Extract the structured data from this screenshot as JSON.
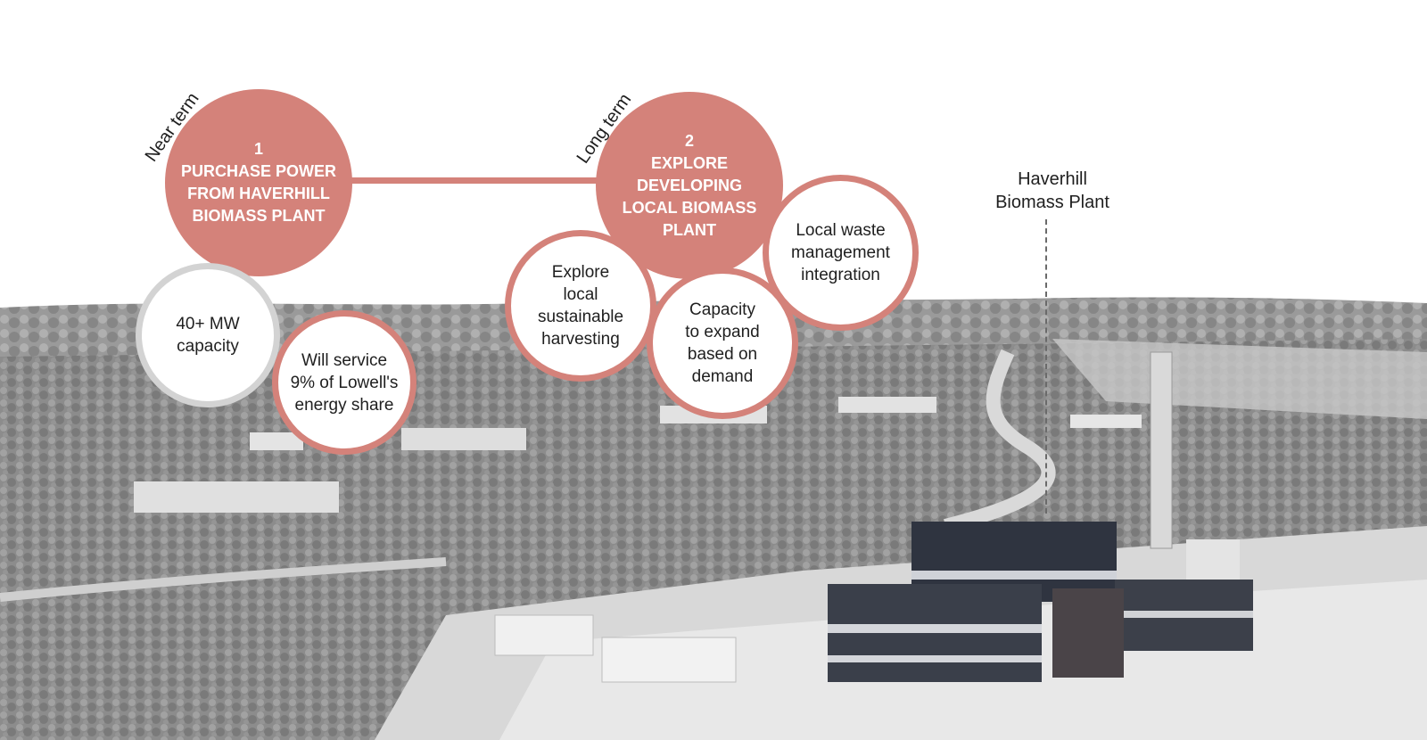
{
  "phases": [
    {
      "term": "Near term",
      "number": "1",
      "title_lines": [
        "PURCHASE POWER",
        "FROM HAVERHILL",
        "BIOMASS PLANT"
      ],
      "details": [
        {
          "lines": [
            "40+ MW",
            "capacity"
          ]
        },
        {
          "lines": [
            "Will service",
            "9% of Lowell's",
            "energy share"
          ]
        }
      ]
    },
    {
      "term": "Long term",
      "number": "2",
      "title_lines": [
        "EXPLORE",
        "DEVELOPING",
        "LOCAL BIOMASS",
        "PLANT"
      ],
      "details": [
        {
          "lines": [
            "Explore",
            "local",
            "sustainable",
            "harvesting"
          ]
        },
        {
          "lines": [
            "Capacity",
            "to expand",
            "based on",
            "demand"
          ]
        },
        {
          "lines": [
            "Local waste",
            "management",
            "integration"
          ]
        }
      ]
    }
  ],
  "plant_label": [
    "Haverhill",
    "Biomass Plant"
  ],
  "colors": {
    "accent": "#d4827a",
    "neutral_ring": "#d3d3d3",
    "text": "#1f1f1f"
  }
}
